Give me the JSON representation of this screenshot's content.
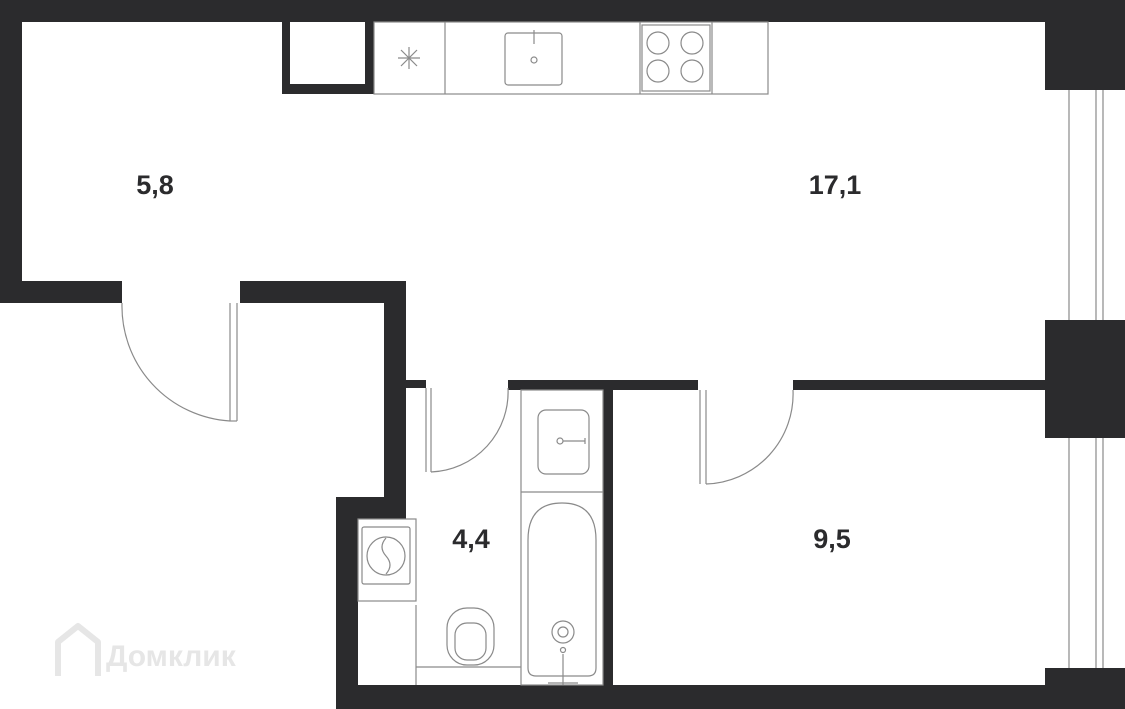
{
  "colors": {
    "wall": "#2b2b2d",
    "line": "#8a8a8a",
    "text": "#2b2b2d",
    "watermark": "#e6e6e6",
    "background": "#ffffff"
  },
  "rooms": [
    {
      "id": "hall",
      "area": "5,8"
    },
    {
      "id": "kitchen-living",
      "area": "17,1"
    },
    {
      "id": "bathroom",
      "area": "4,4"
    },
    {
      "id": "bedroom",
      "area": "9,5"
    }
  ],
  "fixtures": [
    "fridge-icon",
    "cooktop-icon",
    "kitchen-sink-icon",
    "wash-basin-icon",
    "bathtub-icon",
    "toilet-icon",
    "washing-machine-icon"
  ],
  "watermark": {
    "text": "Домклик",
    "icon": "house-logo-icon"
  }
}
